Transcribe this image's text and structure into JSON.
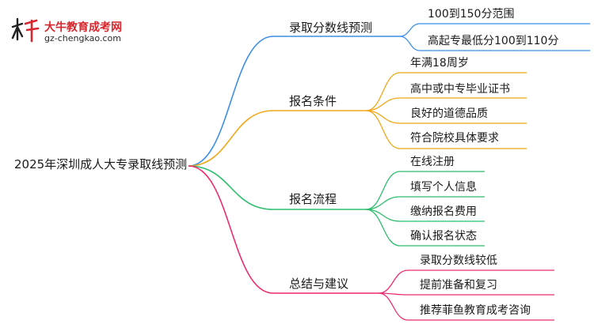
{
  "logo": {
    "name": "大牛教育成考网",
    "url": "gz-chengkao.com",
    "mark_text": "大牛",
    "colors": {
      "primary": "#d7262c",
      "dark": "#222222"
    }
  },
  "root": {
    "label": "2025年深圳成人大专录取线预测"
  },
  "branches": [
    {
      "id": "b1",
      "label": "录取分数线预测",
      "color": "#3b8ee8",
      "children": [
        "100到150分范围",
        "高起专最低分100到110分"
      ]
    },
    {
      "id": "b2",
      "label": "报名条件",
      "color": "#f0a81a",
      "children": [
        "年满18周岁",
        "高中或中专毕业证书",
        "良好的道德品质",
        "符合院校具体要求"
      ]
    },
    {
      "id": "b3",
      "label": "报名流程",
      "color": "#2dbd6e",
      "children": [
        "在线注册",
        "填写个人信息",
        "缴纳报名费用",
        "确认报名状态"
      ]
    },
    {
      "id": "b4",
      "label": "总结与建议",
      "color": "#ee2c6f",
      "children": [
        "录取分数线较低",
        "提前准备和复习",
        "推荐菲鱼教育成考咨询"
      ]
    }
  ]
}
